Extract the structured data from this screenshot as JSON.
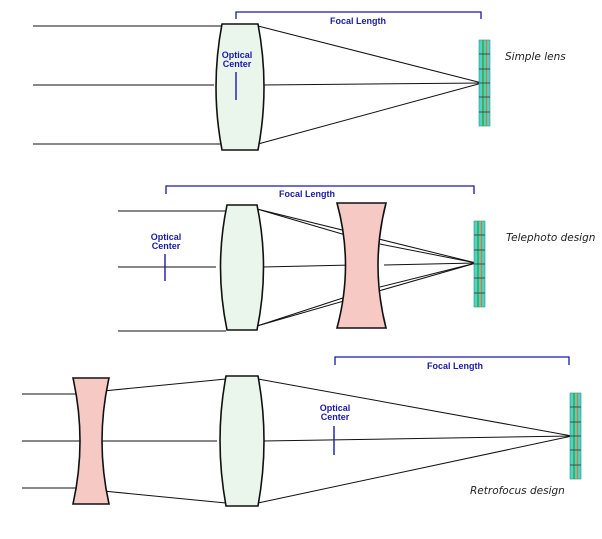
{
  "labels": {
    "focal_length": "Focal Length",
    "optical_center_line1": "Optical",
    "optical_center_line2": "Center"
  },
  "captions": {
    "simple": "Simple lens",
    "telephoto": "Telephoto design",
    "retrofocus": "Retrofocus design"
  },
  "colors": {
    "convex_fill": "#eaf6ec",
    "concave_fill": "#f7c9c4",
    "label_blue": "#1a1aa8",
    "sensor_cyan": "#4fd1c9",
    "sensor_green": "#3caa3c",
    "sensor_orange": "#d87a2a"
  }
}
